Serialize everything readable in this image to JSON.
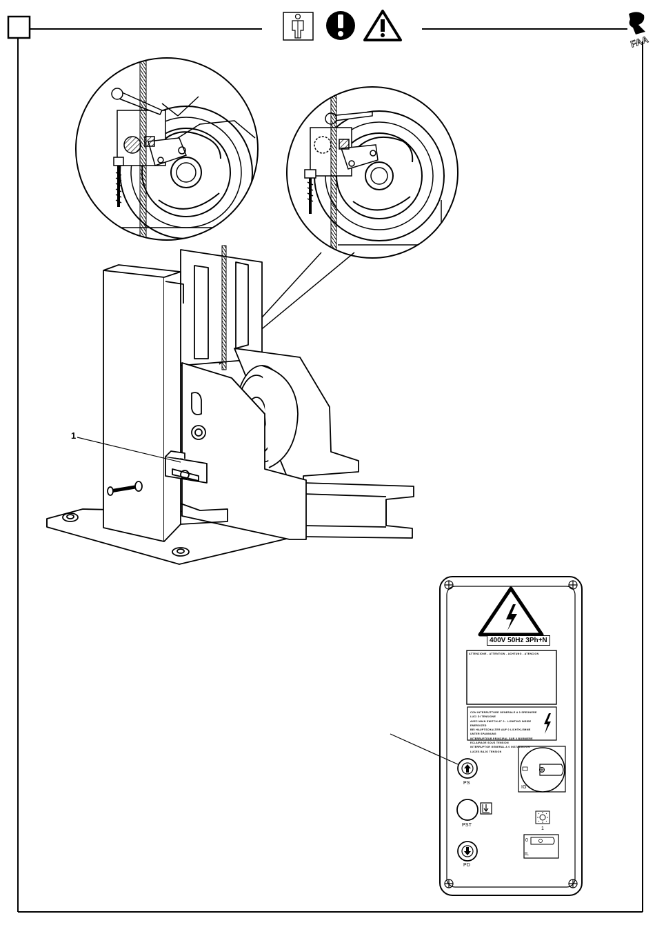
{
  "callouts": {
    "part_1": "1"
  },
  "header_icons": [
    "person-icon",
    "exclamation-icon",
    "warning-triangle-icon"
  ],
  "corner_logo": "FAAC-logo",
  "control_panel": {
    "voltage_label": "400V 50Hz 3Ph+N",
    "warning_header": "ATTENZIONE - ATTENTION - ACHTUNG - ATENCION",
    "warning_lines": [
      "CON INTERRUTTORE GENERALE A 0 SPEGNERE LUCI DI TENSIONE",
      "AVEC MAIN SWITCH AT 0 - LIGHTING INSIDE ENERGIZED",
      "BEI HAUPTSCHALTER AUF 0 LICHTKLEMME UNTER SPANNUNG",
      "INTERRUPTEUR PRINCIPAL SUR 0 BORNIERE ECLAIRAGE SOUS TENSION",
      "INTERRUPTOR GENERAL A 0 INSTALACION LUCES BAJO TENSION"
    ],
    "buttons": {
      "up": "PS",
      "stop": "PST",
      "down": "PD"
    },
    "main_switch": {
      "label": "IG"
    },
    "light_switch": {
      "label": "IL",
      "pos_on": "1",
      "pos_off": "0"
    }
  }
}
